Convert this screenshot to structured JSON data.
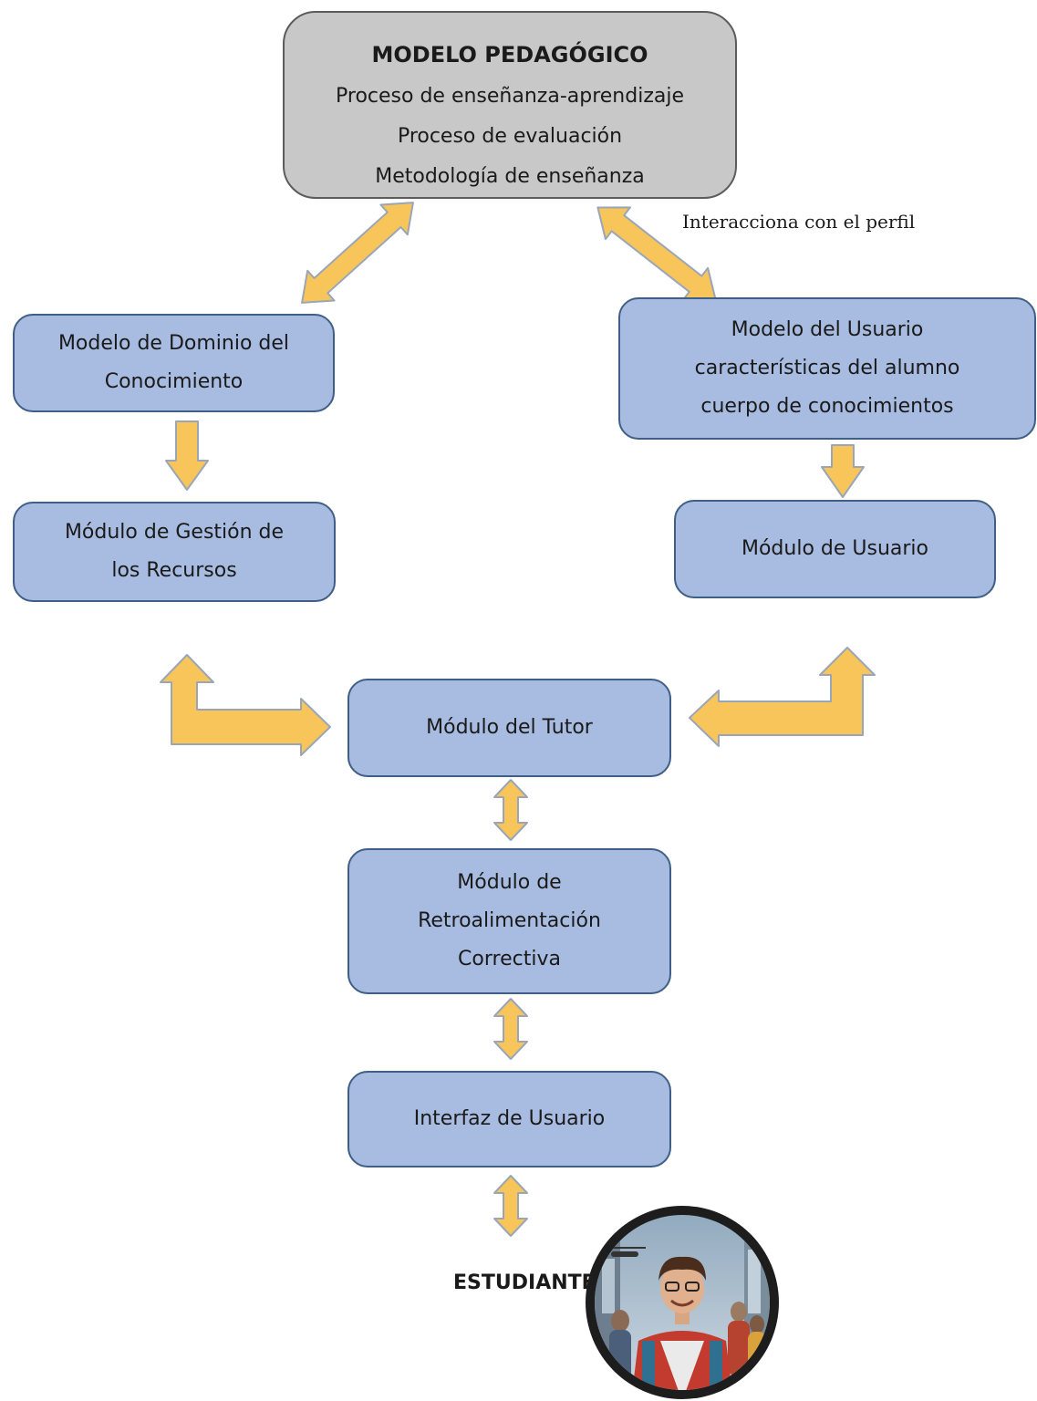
{
  "pedagogical_model": {
    "title": "MODELO PEDAGÓGICO",
    "lines": [
      "Proceso de enseñanza-aprendizaje",
      "Proceso de evaluación",
      "Metodología de enseñanza"
    ]
  },
  "interaction_note": "Interacciona con el perfil",
  "domain_model": {
    "lines": [
      "Modelo de Dominio del",
      "Conocimiento"
    ]
  },
  "user_model": {
    "lines": [
      "Modelo del Usuario",
      "características del alumno",
      "cuerpo de conocimientos"
    ]
  },
  "resource_module": {
    "lines": [
      "Módulo de Gestión de",
      "los Recursos"
    ]
  },
  "user_module": {
    "lines": [
      "Módulo de Usuario"
    ]
  },
  "tutor_module": {
    "lines": [
      "Módulo del Tutor"
    ]
  },
  "feedback_module": {
    "lines": [
      "Módulo de",
      "Retroalimentación",
      "Correctiva"
    ]
  },
  "user_interface": {
    "lines": [
      "Interfaz de Usuario"
    ]
  },
  "student": {
    "label": "ESTUDIANTE",
    "image": "student-photo"
  },
  "colors": {
    "module_fill": "#a8bbe0",
    "module_border": "#3f5f86",
    "pedagogical_fill": "#c8c8c8",
    "arrow_fill": "#f7c55a",
    "arrow_stroke": "#9aa6b8"
  }
}
